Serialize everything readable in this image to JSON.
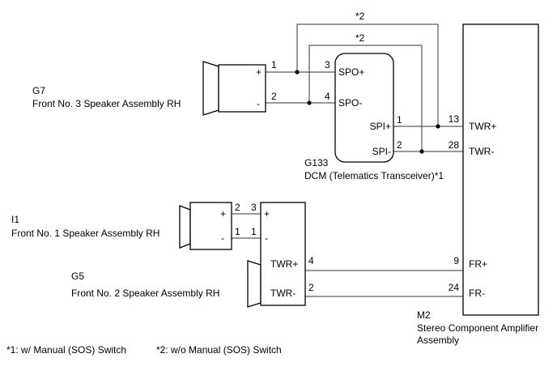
{
  "notes": {
    "n1_marker": "*2",
    "n2_marker": "*2",
    "dcm_suffix": "*1",
    "footnote_1": "*1: w/ Manual (SOS) Switch",
    "footnote_2": "*2: w/o Manual (SOS) Switch"
  },
  "g7": {
    "code": "G7",
    "name": "Front No. 3 Speaker Assembly RH",
    "pin_plus_label": "+",
    "pin_minus_label": "-",
    "pin_plus": "1",
    "pin_minus": "2"
  },
  "dcm": {
    "code": "G133",
    "name": "DCM (Telematics Transceiver)*1",
    "spo_plus": "SPO+",
    "spo_minus": "SPO-",
    "spi_plus": "SPI+",
    "spi_minus": "SPI-",
    "pin_spo_plus": "3",
    "pin_spo_minus": "4",
    "pin_spi_plus": "1",
    "pin_spi_minus": "2"
  },
  "i1": {
    "code": "I1",
    "name": "Front No. 1 Speaker Assembly RH",
    "pin_plus_label": "+",
    "pin_minus_label": "-",
    "pin_plus": "2",
    "pin_minus": "1"
  },
  "g5": {
    "code": "G5",
    "name": "Front No. 2 Speaker Assembly RH",
    "plus_label": "+",
    "minus_label": "-",
    "twr_plus": "TWR+",
    "twr_minus": "TWR-",
    "pin_plus": "3",
    "pin_minus": "1",
    "pin_twr_plus": "4",
    "pin_twr_minus": "2"
  },
  "m2": {
    "code": "M2",
    "name_line1": "Stereo Component Amplifier",
    "name_line2": "Assembly",
    "twr_plus": "TWR+",
    "twr_minus": "TWR-",
    "fr_plus": "FR+",
    "fr_minus": "FR-",
    "pin_twr_plus": "13",
    "pin_twr_minus": "28",
    "pin_fr_plus": "9",
    "pin_fr_minus": "24"
  }
}
